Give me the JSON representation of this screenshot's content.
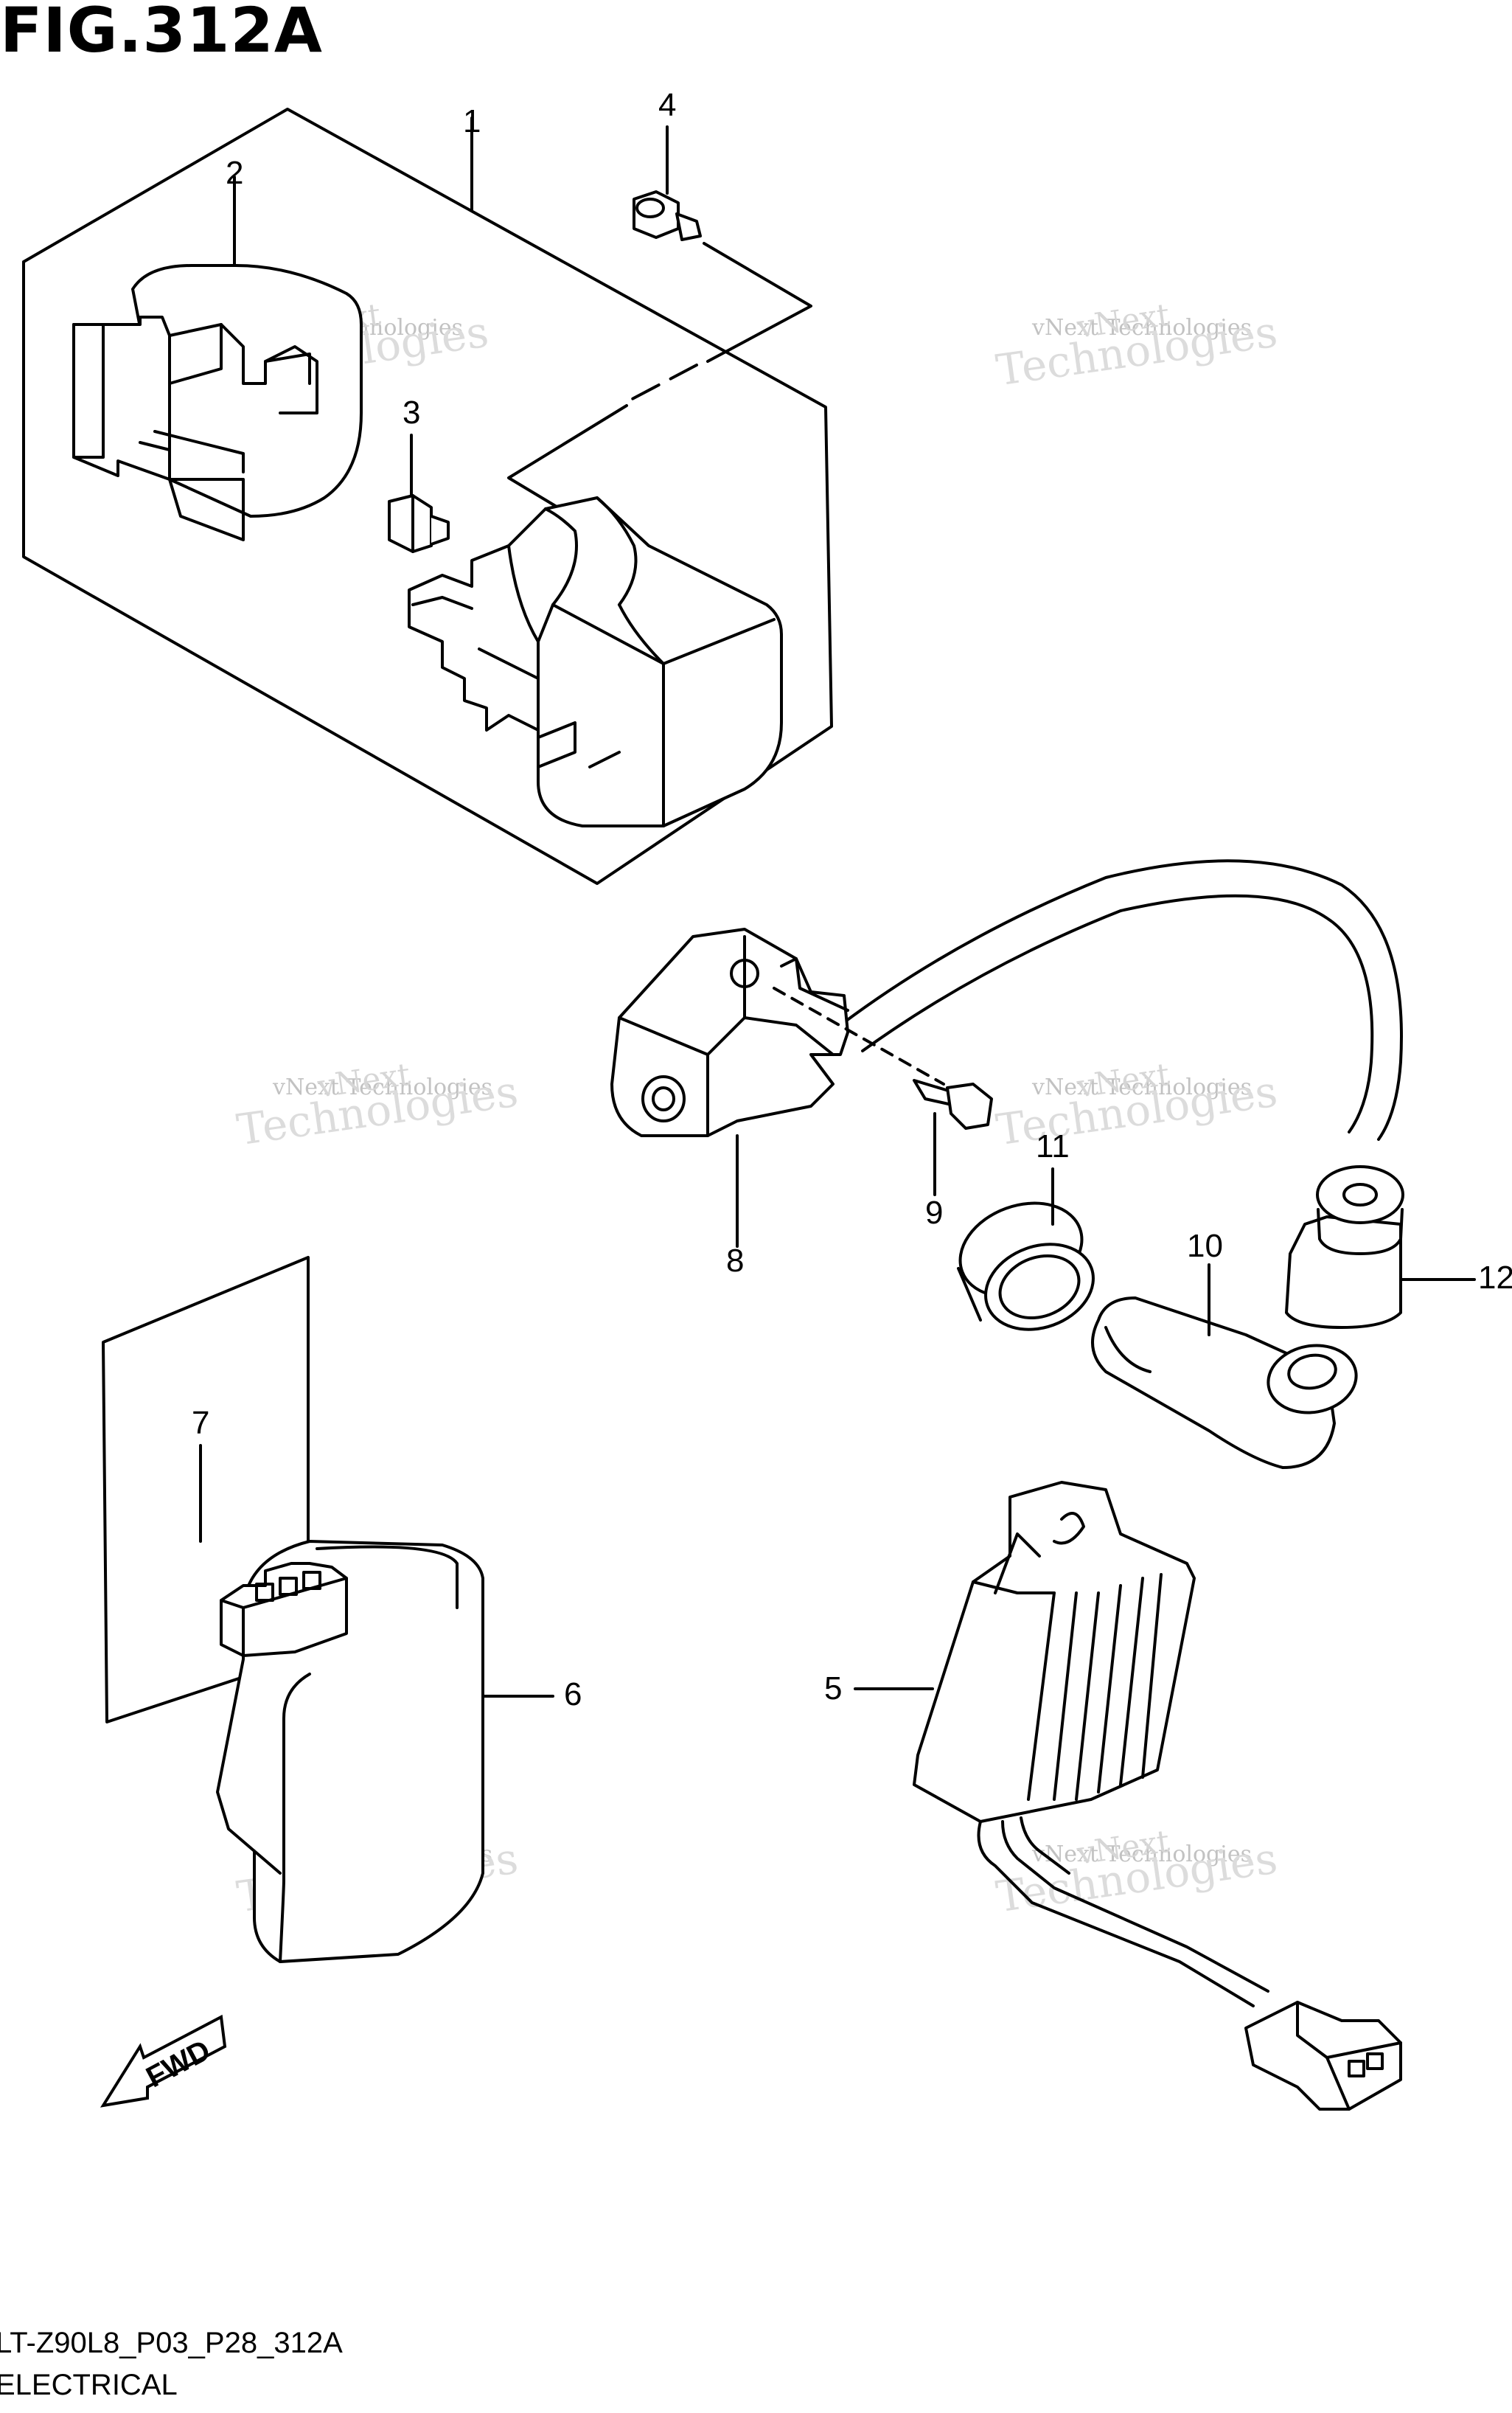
{
  "figure": {
    "title": "FIG.312A",
    "model_code": "LT-Z90L8_P03_P28_312A",
    "section": "ELECTRICAL"
  },
  "callouts": {
    "c1": "1",
    "c2": "2",
    "c3": "3",
    "c4": "4",
    "c5": "5",
    "c6": "6",
    "c7": "7",
    "c8": "8",
    "c9": "9",
    "c10": "10",
    "c11": "11",
    "c12": "12"
  },
  "watermark": {
    "line1": "vNext Technologies",
    "line2": "Technologies",
    "line3": "vNext"
  },
  "arrow_label": "FWD"
}
